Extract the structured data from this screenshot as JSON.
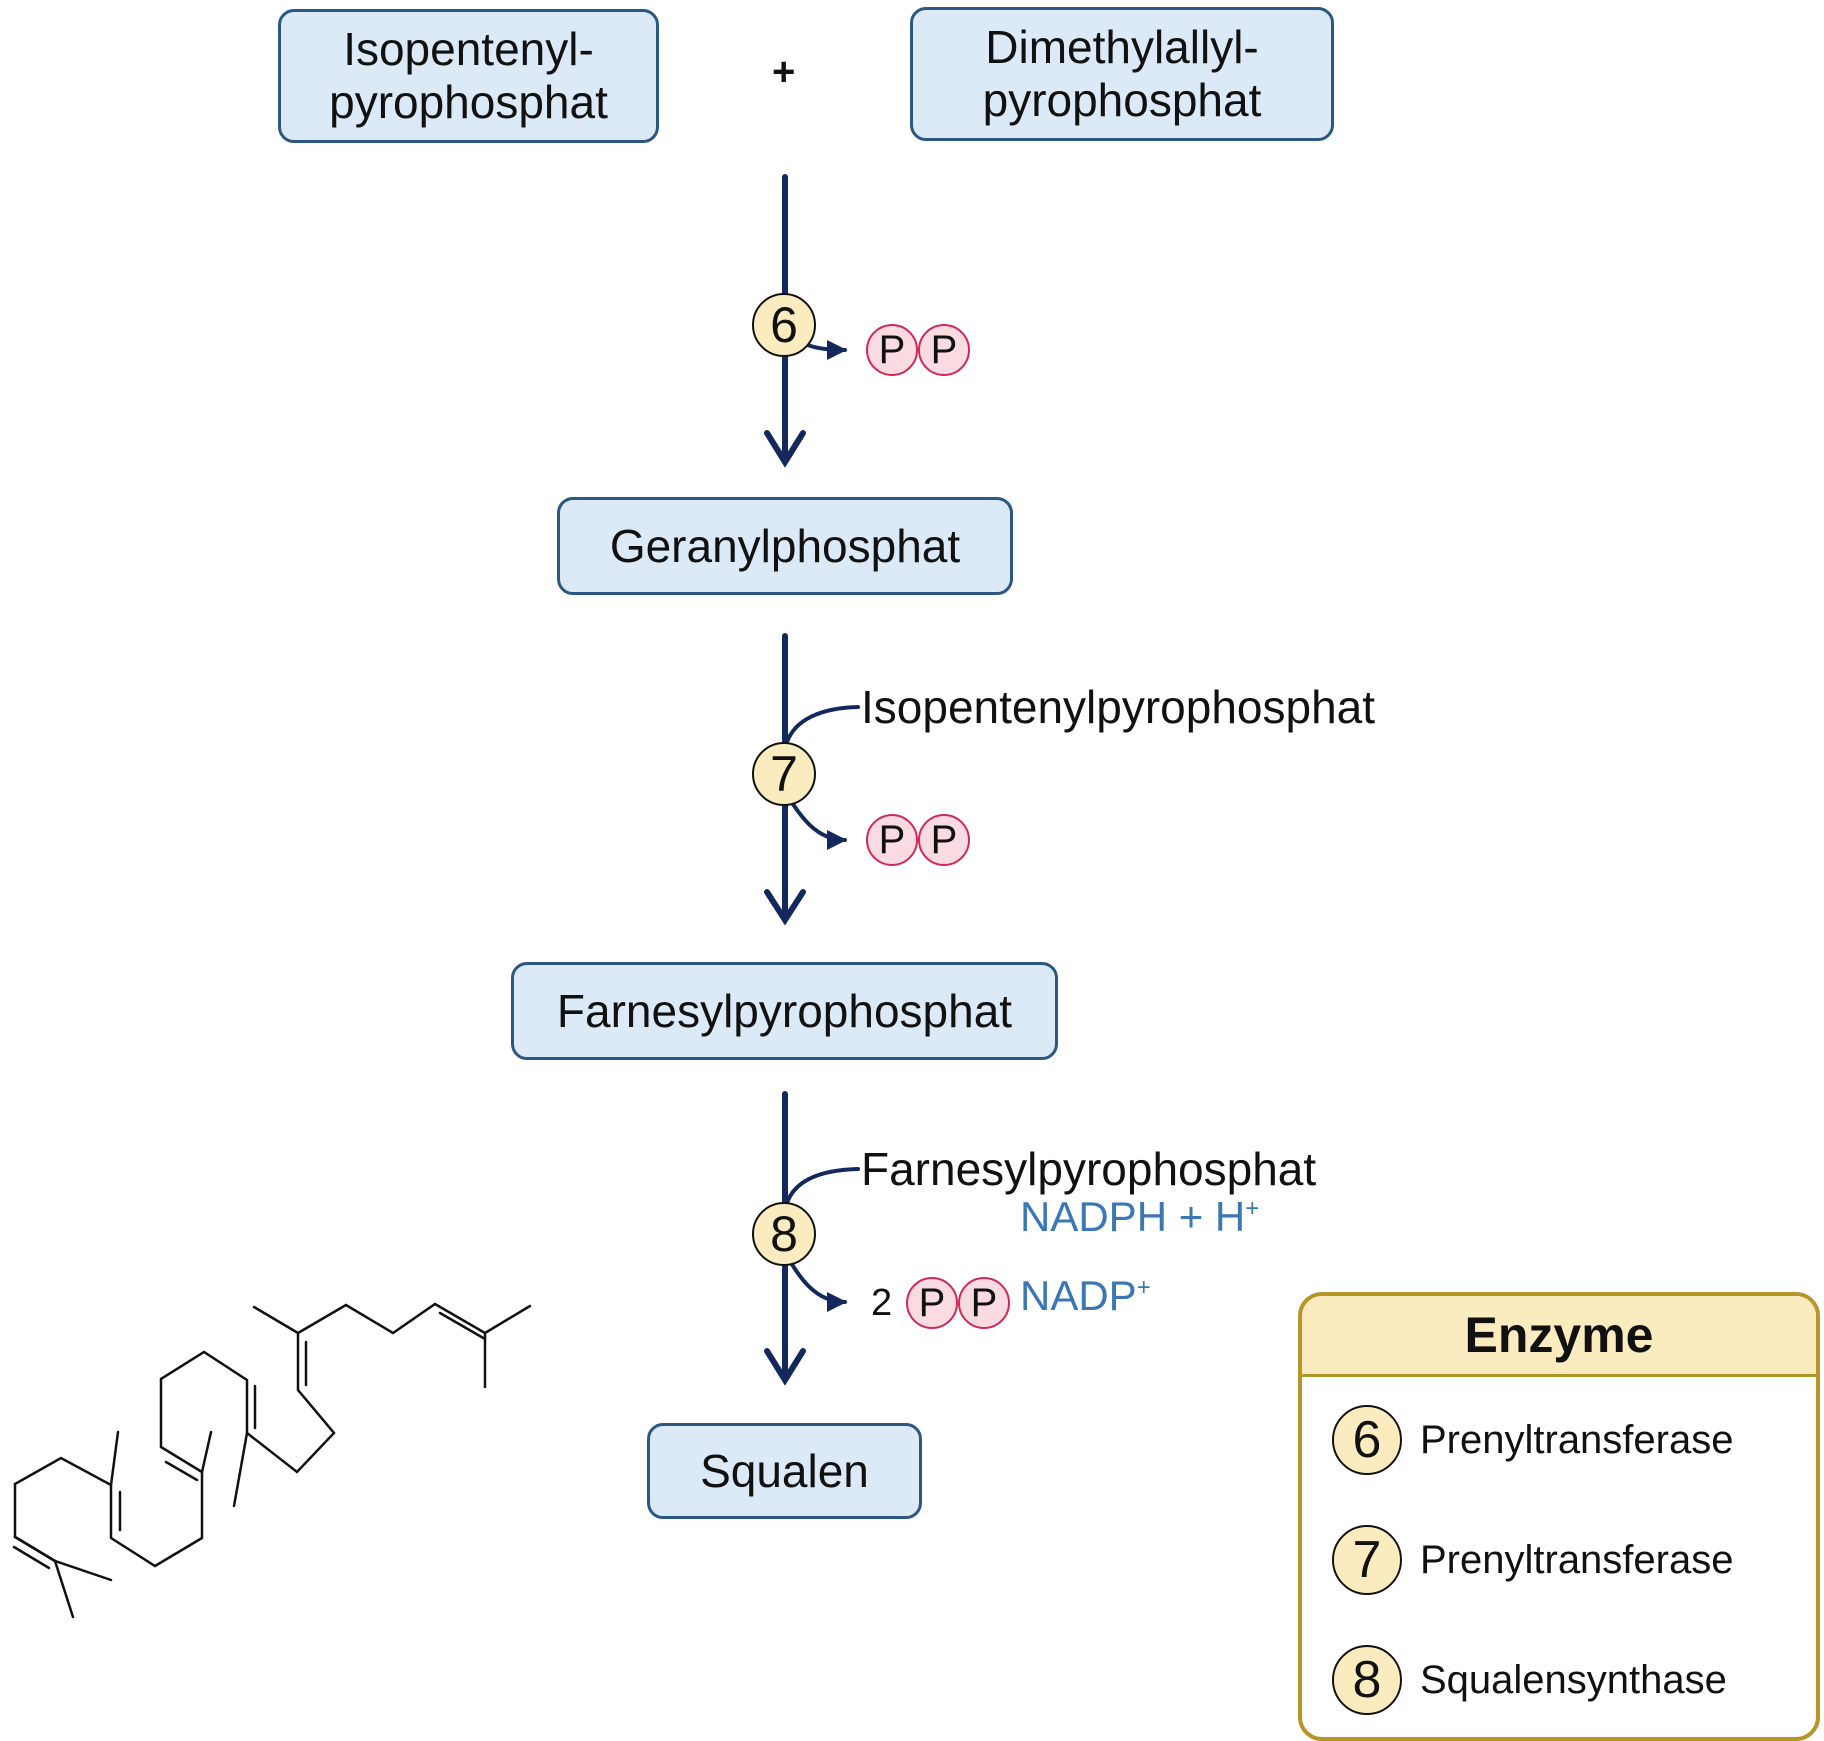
{
  "substrates": {
    "left": "Isopentenyl-\npyrophosphat",
    "right": "Dimethylallyl-\npyrophosphat",
    "plus": "+"
  },
  "steps": [
    {
      "enzyme": "6",
      "product": "Geranylphosphat",
      "cofactor_in": "",
      "released": [
        "P",
        "P"
      ]
    },
    {
      "enzyme": "7",
      "product": "Farnesylpyrophosphat",
      "cofactor_in": "Isopentenylpyrophosphat",
      "released": [
        "P",
        "P"
      ]
    },
    {
      "enzyme": "8",
      "product": "Squalen",
      "cofactor_in": "Farnesylpyrophosphat",
      "cofactor_in2": "NADPH + H",
      "cofactor_in2_sup": "+",
      "released_prefix": "2",
      "released": [
        "P",
        "P"
      ],
      "released_extra": "NADP",
      "released_extra_sup": "+"
    }
  ],
  "legend": {
    "title": "Enzyme",
    "items": [
      {
        "number": "6",
        "name": "Prenyltransferase"
      },
      {
        "number": "7",
        "name": "Prenyltransferase"
      },
      {
        "number": "8",
        "name": "Squalensynthase"
      }
    ]
  },
  "colors": {
    "box_fill": "#dce9f6",
    "box_border": "#2b5783",
    "arrow": "#13285c",
    "enzyme_fill": "#fbecc0",
    "phosphate_fill": "#fadbe2",
    "phosphate_border": "#d1285a",
    "cofactor_text": "#3a77b4",
    "legend_border": "#b8952a"
  }
}
